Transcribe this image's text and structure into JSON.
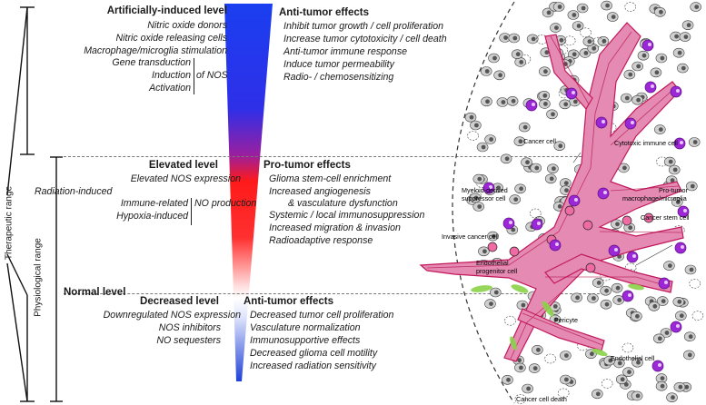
{
  "range_labels": {
    "therapeutic": "Therapeutic range",
    "physiological": "Physiological range"
  },
  "artificial": {
    "title": "Artificially-induced level",
    "items": [
      "Nitric oxide donors",
      "Nitric oxide releasing cells",
      "Macrophage/microglia stimulation"
    ],
    "nos_items": [
      "Gene transduction",
      "Induction",
      "Activation"
    ],
    "nos_label": "of NOS",
    "effects_title": "Anti-tumor effects",
    "effects": [
      "Inhibit tumor growth / cell proliferation",
      "Increase tumor cytotoxicity / cell death",
      "Anti-tumor immune response",
      "Induce tumor permeability",
      "Radio- / chemosensitizing"
    ]
  },
  "elevated": {
    "title": "Elevated level",
    "items": [
      "Elevated NOS expression",
      "Radiation-induced"
    ],
    "no_items": [
      "Immune-related",
      "Hypoxia-induced"
    ],
    "no_label": "NO production",
    "effects_title": "Pro-tumor effects",
    "effects": [
      "Glioma stem-cell enrichment",
      "Increased angiogenesis",
      "& vasculature dysfunction",
      "Systemic / local immunosuppression",
      "Increased migration & invasion",
      "Radioadaptive response"
    ]
  },
  "normal": {
    "title": "Normal level"
  },
  "decreased": {
    "title": "Decreased level",
    "items": [
      "Downregulated NOS expression",
      "NOS inhibitors",
      "NO sequesters"
    ],
    "effects_title": "Anti-tumor effects",
    "effects": [
      "Decreased tumor cell proliferation",
      "Vasculature normalization",
      "Immunosupportive effects",
      "Decreased glioma cell motility",
      "Increased radiation sensitivity"
    ]
  },
  "cell_labels": {
    "cancer_cell": "Cancer cell",
    "cytotoxic": "Cytotoxic immune cell",
    "mdsc": [
      "Myeloid-derived",
      "suppressor cell"
    ],
    "pro_tumor_macro": [
      "Pro-tumor",
      "macrophage/microglia"
    ],
    "cancer_stem": "Cancer stem cell",
    "invasive": "Invasive cancer cell",
    "endo_prog": [
      "Endothelial",
      "progenitor cell"
    ],
    "pericyte": "Pericyte",
    "endothelial": "Endothelial cell",
    "death": "Cancer cell death"
  },
  "colors": {
    "high": "#1f3fe0",
    "elevated": "#ff1a1a",
    "vessel": "#e58ab3",
    "vessel_edge": "#c2185b",
    "immune": "#9b27d6",
    "pericyte": "#8bd34a"
  }
}
